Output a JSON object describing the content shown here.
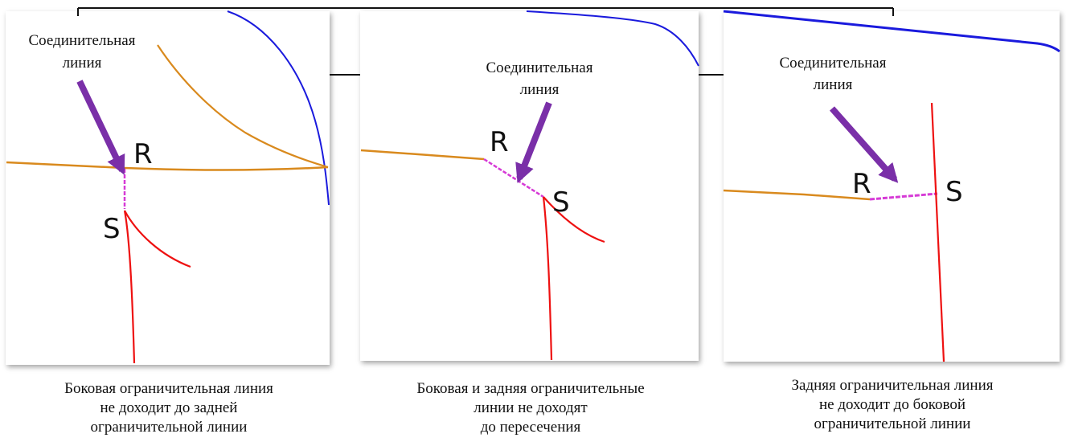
{
  "panels": [
    {
      "id": "left",
      "connector_label_line1": "Соединительная",
      "connector_label_line2": "линия",
      "point_r": "R",
      "point_s": "S",
      "caption": "Боковая ограничительная линия\nне доходит до задней\nограничительной линии"
    },
    {
      "id": "middle",
      "connector_label_line1": "Соединительная",
      "connector_label_line2": "линия",
      "point_r": "R",
      "point_s": "S",
      "caption": "Боковая и задняя ограничительные\nлинии не доходят\nдо пересечения"
    },
    {
      "id": "right",
      "connector_label_line1": "Соединительная",
      "connector_label_line2": "линия",
      "point_r": "R",
      "point_s": "S",
      "caption": "Задняя ограничительная линия\nне доходит до боковой\nограничительной линии"
    }
  ],
  "colors": {
    "rear_boundary_line": "#d98a1e",
    "side_boundary_line": "#ee1111",
    "connecting_line": "#d63ad6",
    "road_edge_line": "#1a1add",
    "arrow": "#7a2fa8"
  }
}
